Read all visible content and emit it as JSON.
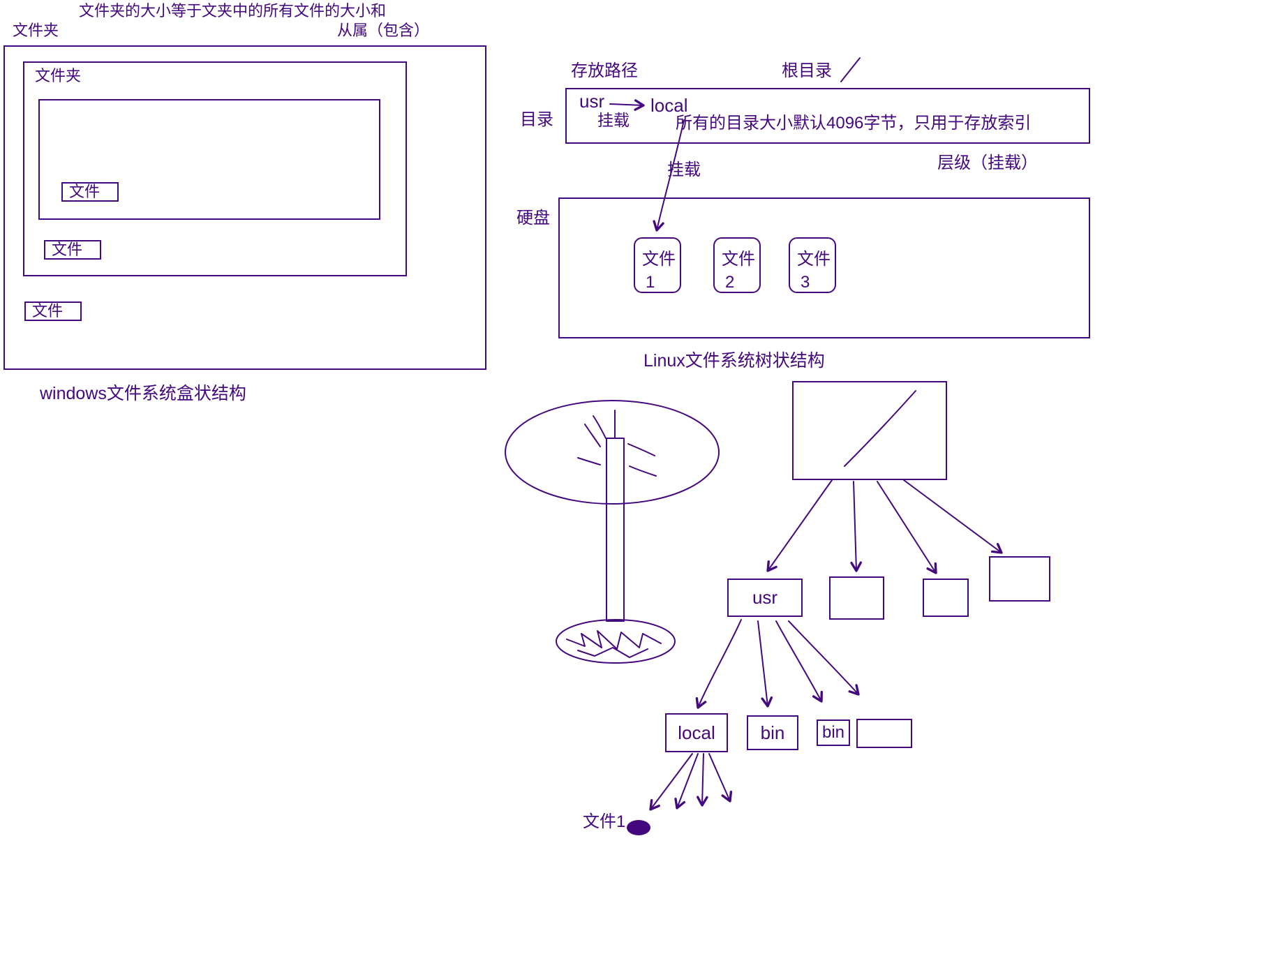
{
  "colors": {
    "ink": "#44087E"
  },
  "windows": {
    "note": "文件夹的大小等于文夹中的所有文件的大小和",
    "folder_label": "文件夹",
    "belong_label": "从属（包含）",
    "inner_folder_label": "文件夹",
    "file_a": "文件",
    "file_b": "文件",
    "file_c": "文件",
    "caption": "windows文件系统盒状结构"
  },
  "linux": {
    "path_label": "存放路径",
    "root_label": "根目录",
    "dir_label": "目录",
    "usr_label": "usr",
    "local_label": "local",
    "mount_top": "挂载",
    "dir_note": "所有的目录大小默认4096字节，只用于存放索引",
    "mount_mid": "挂载",
    "level_label": "层级（挂载）",
    "disk_label": "硬盘",
    "files": [
      {
        "label": "文件",
        "num": "1"
      },
      {
        "label": "文件",
        "num": "2"
      },
      {
        "label": "文件",
        "num": "3"
      }
    ],
    "caption": "Linux文件系统树状结构"
  },
  "tree": {
    "usr_label": "usr",
    "local_label": "local",
    "bin1_label": "bin",
    "bin2_label": "bin",
    "file1_label": "文件1"
  }
}
